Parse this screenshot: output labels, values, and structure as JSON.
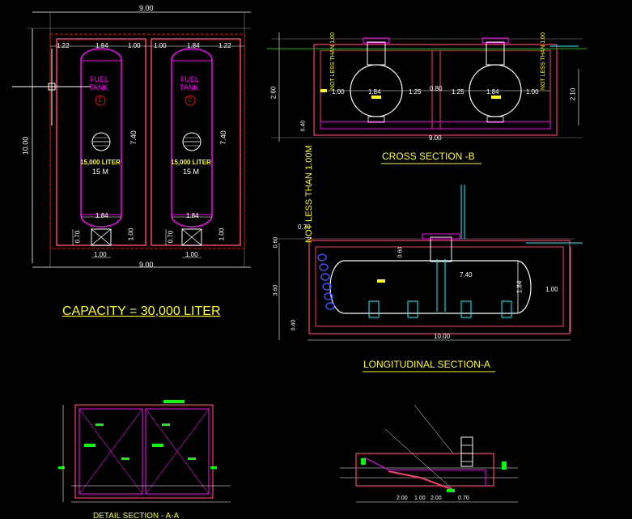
{
  "colors": {
    "background": "#000000",
    "dimension": "#ffffff",
    "pink": "#ff3c6e",
    "magenta": "#ff00ff",
    "yellow": "#ffff00",
    "green": "#00ff00",
    "cyan": "#00ffff",
    "red": "#ff0000"
  },
  "plan": {
    "overall_width_top": "9.00",
    "overall_width_bottom": "9.00",
    "overall_length": "10.00",
    "top_dims": [
      "1.22",
      "1.84",
      "1.00",
      "1.00",
      "1.84",
      "1.22"
    ],
    "height_dim_left": "7.40",
    "height_dim_right": "7.40",
    "bottom_dims_left": "0.70",
    "bottom_dims_right": "0.70",
    "bottom_one_left": "1.00",
    "bottom_one_right": "1.00",
    "width_184_left": "1.84",
    "width_184_right": "1.84",
    "tank1_label_a": "FUEL",
    "tank1_label_b": "TANK",
    "tank1_number": "1",
    "tank2_label_a": "FUEL",
    "tank2_label_b": "TANK",
    "tank2_number": "2",
    "tank1_capacity": "15,000 LITER",
    "tank1_volume": "15 M",
    "tank2_capacity": "15,000 LITER",
    "tank2_volume": "15 M",
    "base1": "1.00",
    "base2": "1.00",
    "capacity_title": "CAPACITY = 30,000 LITER"
  },
  "cross_section": {
    "title": "CROSS SECTION -B",
    "overall": "9.00",
    "dims": [
      "1.00",
      "1.84",
      "1.25",
      "0.80",
      "1.25",
      "1.84",
      "1.00"
    ],
    "height_right": "2.10",
    "height_left": "2.60",
    "cover_note_left": "NOT LESS THAN 1.00",
    "cover_note_right": "NOT LESS THAN 1.00",
    "base": "0.40"
  },
  "longitudinal_section": {
    "title": "LONGITUDINAL SECTION-A",
    "overall": "10.00",
    "tank_length": "7.40",
    "tank_height_right": "1.00",
    "tank_dia": "1.84",
    "left_dim": "0.70",
    "top_cover": "0.60",
    "base": "0.40",
    "cover_note": "NOT LESS THAN 1.00M",
    "side_height": "3.60"
  },
  "detail": {
    "title": "DETAIL SECTION - A-A"
  },
  "pump_detail": {
    "dims": [
      "2.00",
      "1.00",
      "2.00",
      "0.70"
    ]
  }
}
